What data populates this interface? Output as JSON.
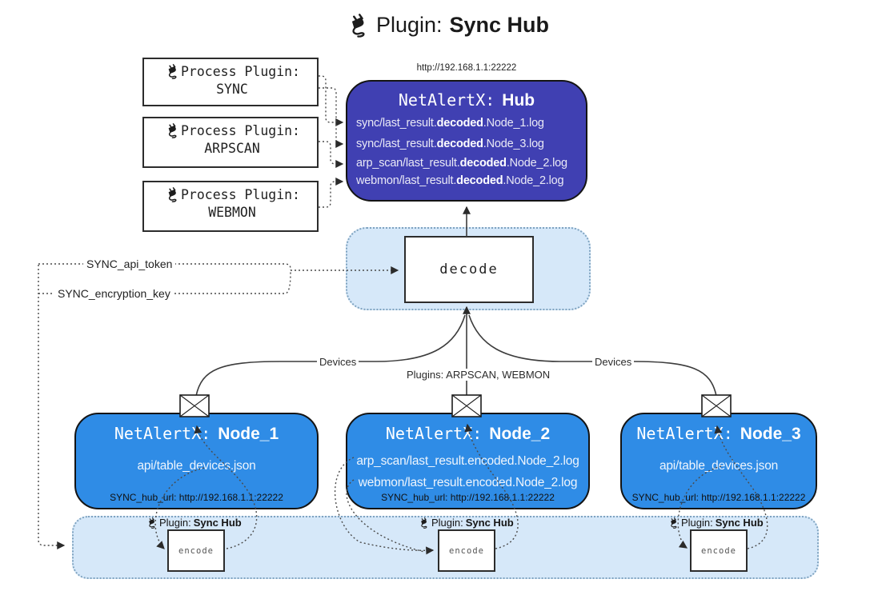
{
  "title": {
    "prefix": "Plugin:",
    "name": "Sync Hub"
  },
  "process_plugins": [
    {
      "label": "Process Plugin:",
      "name": "SYNC"
    },
    {
      "label": "Process Plugin:",
      "name": "ARPSCAN"
    },
    {
      "label": "Process Plugin:",
      "name": "WEBMON"
    }
  ],
  "hub": {
    "url": "http://192.168.1.1:22222",
    "title_prefix": "NetAlertX:",
    "title_name": "Hub",
    "logs": [
      {
        "pre": "sync/last_result.",
        "bold": "decoded",
        "post": ".Node_1.log"
      },
      {
        "pre": "sync/last_result.",
        "bold": "decoded",
        "post": ".Node_3.log"
      },
      {
        "pre": "arp_scan/last_result.",
        "bold": "decoded",
        "post": ".Node_2.log"
      },
      {
        "pre": "webmon/last_result.",
        "bold": "decoded",
        "post": ".Node_2.log"
      }
    ]
  },
  "decode": {
    "label": "decode"
  },
  "secrets": {
    "api_token": "SYNC_api_token",
    "encryption_key": "SYNC_encryption_key"
  },
  "edges": {
    "devices_left": "Devices",
    "devices_right": "Devices",
    "plugins": "Plugins: ARPSCAN, WEBMON"
  },
  "nodes": [
    {
      "title_prefix": "NetAlertX:",
      "title_name": "Node_1",
      "lines": [
        "api/table_devices.json"
      ],
      "footer": "SYNC_hub_url: http://192.168.1.1:22222"
    },
    {
      "title_prefix": "NetAlertX:",
      "title_name": "Node_2",
      "lines": [
        "arp_scan/last_result.encoded.Node_2.log",
        "webmon/last_result.encoded.Node_2.log"
      ],
      "footer": "SYNC_hub_url: http://192.168.1.1:22222"
    },
    {
      "title_prefix": "NetAlertX:",
      "title_name": "Node_3",
      "lines": [
        "api/table_devices.json"
      ],
      "footer": "SYNC_hub_url: http://192.168.1.1:22222"
    }
  ],
  "encoders": [
    {
      "label_prefix": "Plugin:",
      "label_name": "Sync Hub",
      "box": "encode"
    },
    {
      "label_prefix": "Plugin:",
      "label_name": "Sync Hub",
      "box": "encode"
    },
    {
      "label_prefix": "Plugin:",
      "label_name": "Sync Hub",
      "box": "encode"
    }
  ],
  "colors": {
    "hub": "#4040b2",
    "node": "#2f8ce6",
    "band": "#d6e8f9",
    "line": "#3c3c3c"
  }
}
